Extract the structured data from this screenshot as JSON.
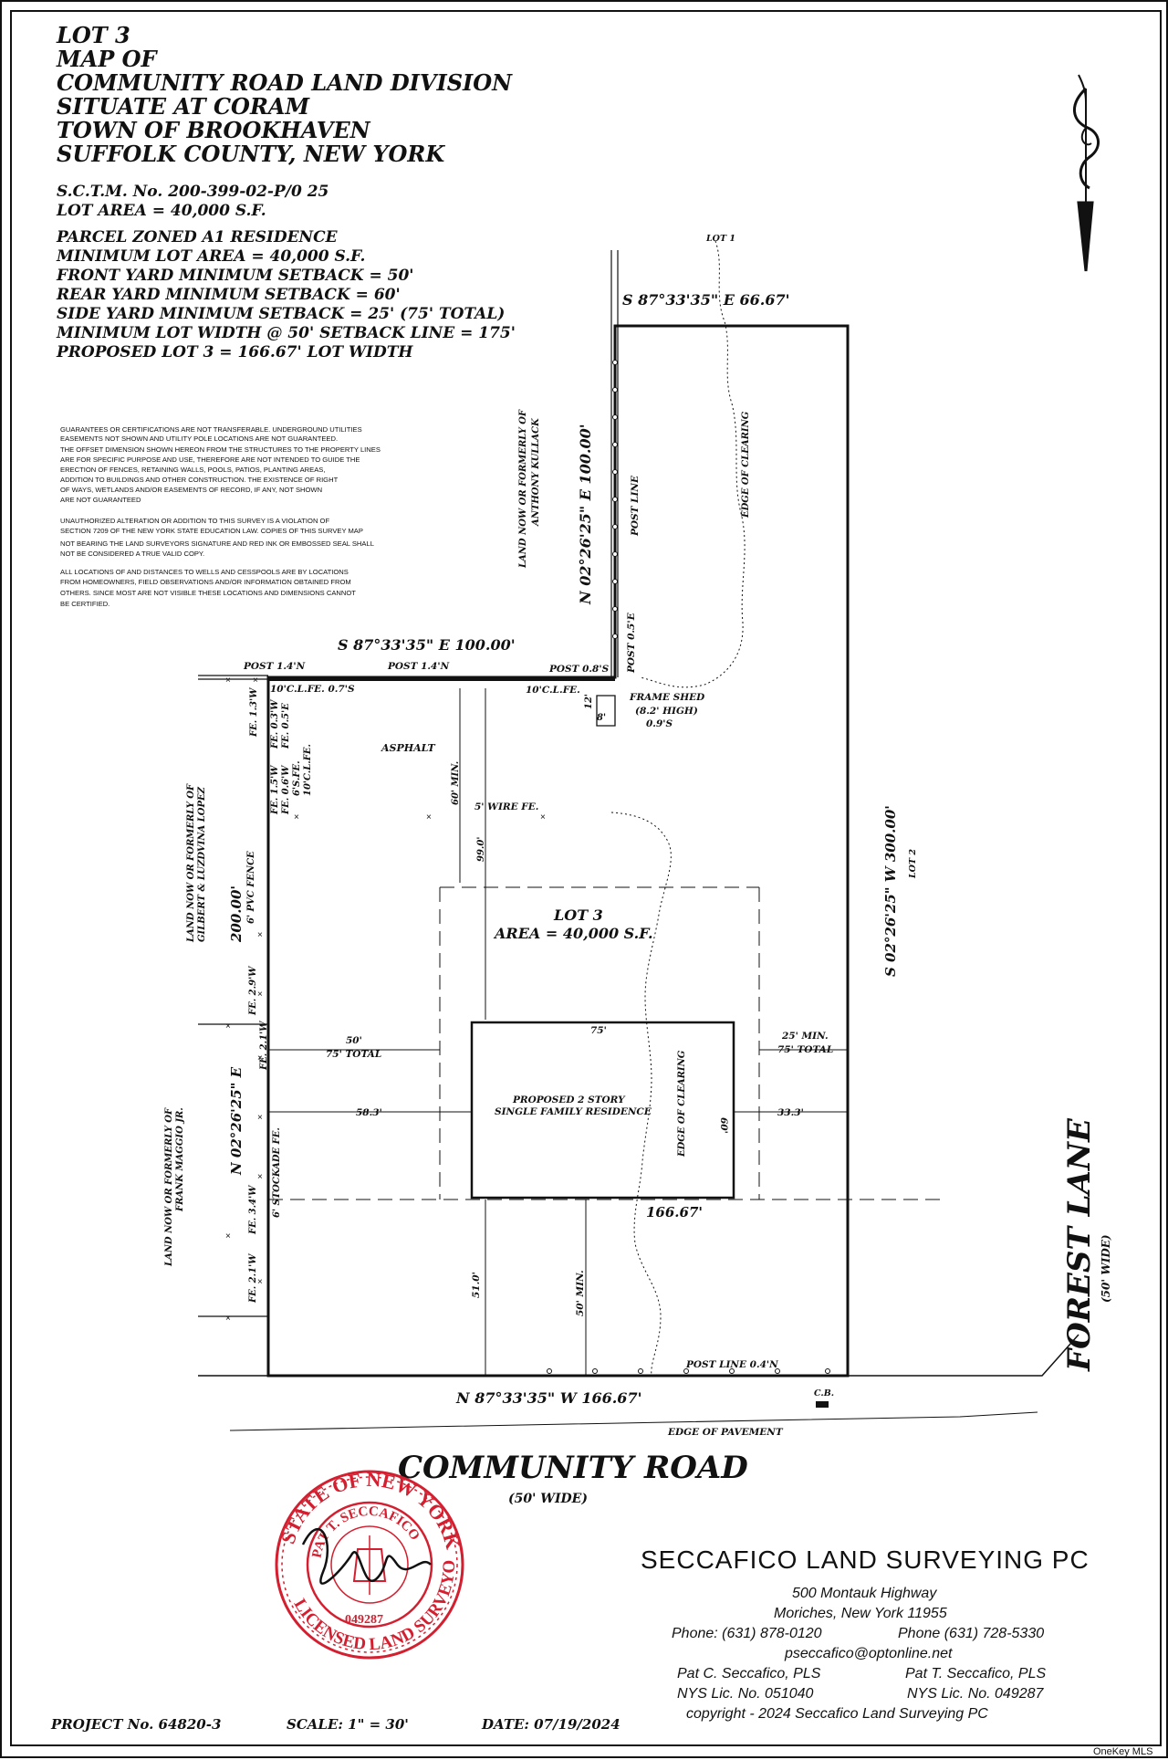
{
  "title_block": {
    "lines": [
      "LOT 3",
      "MAP OF",
      "COMMUNITY ROAD LAND DIVISION",
      "SITUATE AT CORAM",
      "TOWN OF BROOKHAVEN",
      "SUFFOLK COUNTY, NEW YORK"
    ],
    "sctm": "S.C.T.M. No. 200-399-02-P/0 25",
    "lot_area": "LOT AREA = 40,000 S.F."
  },
  "zoning": [
    "PARCEL ZONED A1 RESIDENCE",
    "MINIMUM LOT AREA = 40,000 S.F.",
    "FRONT YARD MINIMUM SETBACK = 50'",
    "REAR YARD MINIMUM SETBACK = 60'",
    "SIDE YARD MINIMUM SETBACK = 25' (75' TOTAL)",
    "MINIMUM LOT WIDTH @ 50' SETBACK LINE = 175'",
    "PROPOSED LOT 3 = 166.67' LOT WIDTH"
  ],
  "notes": [
    "GUARANTEES OR CERTIFICATIONS ARE NOT TRANSFERABLE. UNDERGROUND UTILITIES",
    "EASEMENTS NOT SHOWN AND UTILITY POLE LOCATIONS ARE NOT GUARANTEED.",
    "THE OFFSET DIMENSION SHOWN HEREON FROM THE STRUCTURES TO THE PROPERTY LINES",
    "ARE FOR SPECIFIC PURPOSE AND USE, THEREFORE ARE NOT INTENDED TO GUIDE THE",
    "ERECTION OF FENCES, RETAINING WALLS, POOLS, PATIOS, PLANTING AREAS,",
    "ADDITION TO BUILDINGS AND OTHER CONSTRUCTION. THE EXISTENCE OF RIGHT",
    "OF WAYS, WETLANDS AND/OR EASEMENTS OF RECORD, IF ANY, NOT SHOWN",
    "ARE NOT GUARANTEED",
    "UNAUTHORIZED ALTERATION OR ADDITION TO THIS SURVEY IS A VIOLATION OF",
    "SECTION 7209 OF THE NEW YORK STATE EDUCATION LAW. COPIES OF THIS SURVEY MAP",
    "NOT BEARING THE LAND SURVEYORS SIGNATURE AND RED INK OR EMBOSSED SEAL SHALL",
    "NOT BE CONSIDERED A TRUE VALID COPY.",
    "ALL LOCATIONS OF AND DISTANCES TO WELLS AND CESSPOOLS ARE BY LOCATIONS",
    "FROM HOMEOWNERS, FIELD OBSERVATIONS AND/OR INFORMATION OBTAINED FROM",
    "OTHERS. SINCE MOST ARE NOT VISIBLE THESE LOCATIONS AND DIMENSIONS CANNOT",
    "BE CERTIFIED."
  ],
  "plan": {
    "lot1": "LOT 1",
    "top_bearing": "S 87°33'35\" E   66.67'",
    "north_bearing": "N 02°26'25\" E   100.00'",
    "kullack": [
      "LAND NOW OR FORMERLY OF",
      "ANTHONY KULLACK"
    ],
    "post_line": "POST LINE",
    "edge_clearing": "EDGE OF CLEARING",
    "post_05e": "POST 0.5'E",
    "mid_bearing": "S 87°33'35\"  E   100.00'",
    "post_14n_a": "POST 1.4'N",
    "post_14n_b": "POST 1.4'N",
    "post_08s": "POST 0.8'S",
    "clfe_left": "10'C.L.FE.  0.7'S",
    "clfe_right": "10'C.L.FE.",
    "shed": [
      "FRAME SHED",
      "(8.2' HIGH)",
      "0.9'S"
    ],
    "shed_dim_a": "12'",
    "shed_dim_b": "8'",
    "asphalt": "ASPHALT",
    "fe_left": [
      "FE. 1.3'W",
      "FE. 0.3'W",
      "FE. 0.5'E",
      "6'S.FE.",
      "10'C.L.FE."
    ],
    "fe_left2": [
      "FE. 1.5'W",
      "FE. 0.6'W"
    ],
    "min60": "60' MIN.",
    "d99": "99.0'",
    "wire": "5' WIRE FE.",
    "lopez": [
      "LAND NOW OR FORMERLY OF",
      "GILBERT & LUZDVINA LOPEZ"
    ],
    "pvc": "6' PVC FENCE",
    "w200": "200.00'",
    "lot3": "LOT 3",
    "lot3_area": "AREA = 40,000 S.F.",
    "east_bearing": "S 02°26'25\" W   300.00'",
    "lot2": "LOT 2",
    "fe29": "FE. 2.9'W",
    "fe21a": "FE. 2.1'W",
    "d50": "50'",
    "d75total": "75' TOTAL",
    "d75": "75'",
    "d25min": "25' MIN.",
    "d75total_r": "75' TOTAL",
    "west_bearing": "N 02°26'25\" E",
    "house": [
      "PROPOSED 2 STORY",
      "SINGLE FAMILY RESIDENCE"
    ],
    "d60": "60'",
    "d583": "58.3'",
    "d333": "33.3'",
    "maggio": [
      "LAND NOW OR FORMERLY OF",
      "FRANK MAGGIO JR."
    ],
    "stockade": "6' STOCKADE FE.",
    "fe34": "FE. 3.4'W",
    "d16667": "166.67'",
    "d510": "51.0'",
    "min50": "50' MIN.",
    "fe21b": "FE. 2.1'W",
    "post_line_04n": "POST LINE 0.4'N",
    "south_bearing": "N 87°33'35\"  W   166.67'",
    "cb": "C.B.",
    "pavement": "EDGE OF PAVEMENT",
    "road": "COMMUNITY ROAD",
    "road_width": "(50' WIDE)",
    "forest": "FOREST LANE",
    "forest_width": "(50' WIDE)"
  },
  "seal": {
    "outer": "STATE OF NEW YORK",
    "outer_bottom": "LICENSED LAND SURVEYOR",
    "inner": "PAT T. SECCAFICO",
    "number": "049287"
  },
  "company": {
    "name": "SECCAFICO LAND SURVEYING PC",
    "address1": "500 Montauk Highway",
    "address2": "Moriches, New York 11955",
    "phone1": "Phone: (631) 878-0120",
    "phone2": "Phone (631) 728-5330",
    "email": "pseccafico@optonline.net",
    "pls1": "Pat C. Seccafico, PLS",
    "pls2": "Pat T. Seccafico, PLS",
    "lic1": "NYS Lic. No. 051040",
    "lic2": "NYS Lic. No. 049287",
    "copyright": "copyright - 2024 Seccafico Land Surveying PC"
  },
  "footer": {
    "project": "PROJECT No. 64820-3",
    "scale": "SCALE: 1\" = 30'",
    "date": "DATE: 07/19/2024",
    "watermark": "OneKey MLS"
  },
  "colors": {
    "ink": "#111111",
    "seal": "#d31f2f"
  }
}
